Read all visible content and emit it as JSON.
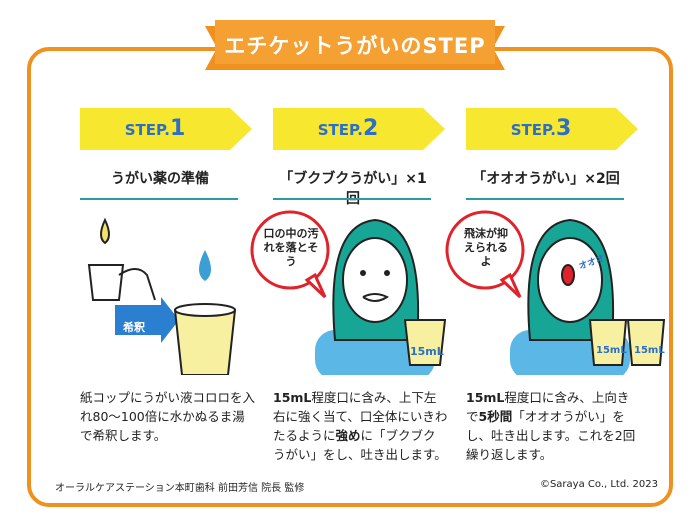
{
  "title": "エチケットうがいのSTEP",
  "steps": [
    {
      "label": "STEP.",
      "num": "1",
      "subtitle": "うがい薬の準備",
      "desc": "紙コップにうがい液コロロを入れ80～100倍に水かぬるま湯で希釈します。",
      "arrow_label": "希釈"
    },
    {
      "label": "STEP.",
      "num": "2",
      "subtitle": "「ブクブクうがい」×1回",
      "bubble": "口の中の汚れを落とそう",
      "cup": "15mL",
      "desc_bold1": "15mL",
      "desc_a": "程度口に含み、上下左右に強く当て、口全体にいきわたるように",
      "desc_bold2": "強め",
      "desc_b": "に「ブクブクうがい」をし、吐き出します。"
    },
    {
      "label": "STEP.",
      "num": "3",
      "subtitle": "「オオオうがい」×2回",
      "bubble": "飛沫が抑えられるよ",
      "cup": "15mL",
      "voice": "オオオ",
      "desc_bold1": "15mL",
      "desc_a": "程度口に含み、上向きで",
      "desc_bold2": "5秒間",
      "desc_b": "「オオオうがい」をし、吐き出します。これを2回繰り返します。"
    }
  ],
  "footer": {
    "left": "オーラルケアステーション本町歯科 前田芳信 院長 監修",
    "right": "©Saraya Co., Ltd. 2023"
  }
}
